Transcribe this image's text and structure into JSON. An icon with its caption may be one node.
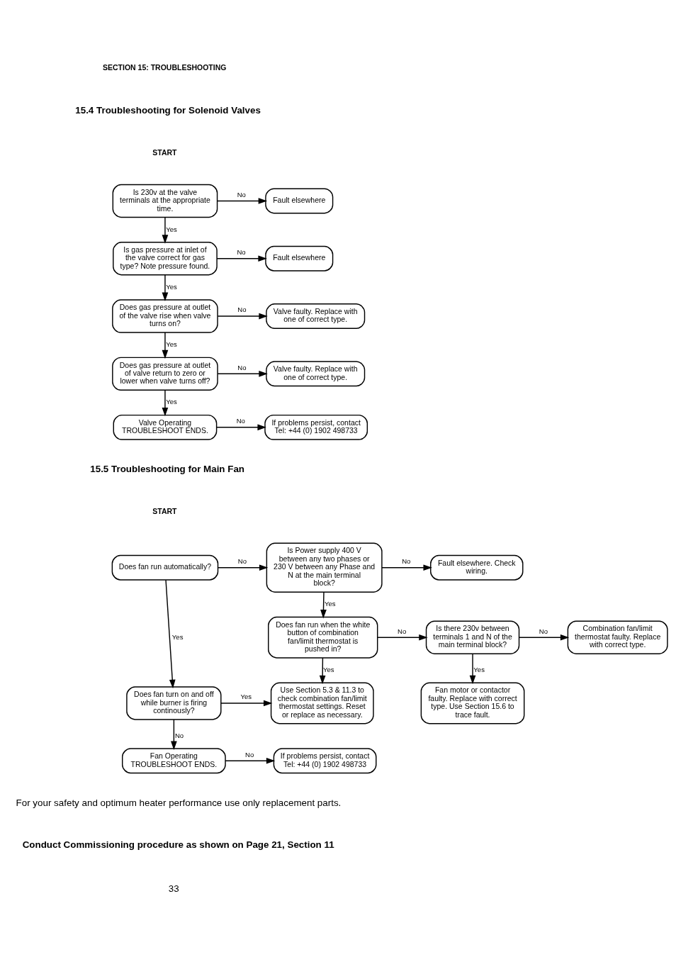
{
  "diagram": {
    "nodes": [
      {
        "text": [
          "Is 230v at the valve terminals at the appropriate time."
        ]
      },
      {
        "text": [
          "Fault elsewhere"
        ]
      },
      {
        "text": [
          "Is gas pressure at inlet of the valve correct for gas type? Note pressure found."
        ]
      },
      {
        "text": [
          "Fault elsewhere"
        ]
      },
      {
        "text": [
          "Does gas pressure at outlet of the valve rise when valve turns on?"
        ]
      },
      {
        "text": [
          "Valve faulty. Replace with one of correct type."
        ]
      },
      {
        "text": [
          "Does gas pressure at outlet of valve return to zero or lower when valve turns off?"
        ]
      },
      {
        "text": [
          "Valve faulty. Replace with one of correct type."
        ]
      },
      {
        "text": [
          "Valve Operating",
          "TROUBLESHOOT ENDS."
        ]
      },
      {
        "text": [
          "If problems persist, contact Tel: +44 (0) 1902 498733"
        ]
      },
      {
        "text": [
          "Does fan run automatically?"
        ]
      },
      {
        "text": [
          "Is Power supply 400 V between any two phases or 230 V between any Phase and N at the main terminal block?"
        ]
      },
      {
        "text": [
          "Fault elsewhere. Check wiring."
        ]
      },
      {
        "text": [
          "Does fan run when the white button of combination fan/limit thermostat is pushed in?"
        ]
      },
      {
        "text": [
          "Is there 230v between terminals 1 and N of the main terminal block?"
        ]
      },
      {
        "text": [
          "Combination fan/limit thermostat faulty. Replace with correct type."
        ]
      },
      {
        "text": [
          "Does fan turn on and off while burner is firing continously?"
        ]
      },
      {
        "text": [
          "Use Section 5.3 & 11.3 to check combination fan/limit thermostat settings. Reset or replace as necessary."
        ]
      },
      {
        "text": [
          "Fan motor or contactor faulty. Replace with correct type. Use Section 15.6 to trace fault."
        ]
      },
      {
        "text": [
          "Fan Operating",
          "TROUBLESHOOT ENDS."
        ]
      },
      {
        "text": [
          "If problems persist, contact Tel: +44 (0) 1902 498733"
        ]
      }
    ],
    "edges": [
      {
        "from": 0,
        "to": 1,
        "arrow": "to",
        "label": "No"
      },
      {
        "from": 0,
        "to": 2,
        "arrow": "to",
        "label": "Yes"
      },
      {
        "from": 2,
        "to": 3,
        "arrow": "to",
        "label": "No"
      },
      {
        "from": 2,
        "to": 4,
        "arrow": "to",
        "label": "Yes"
      },
      {
        "from": 4,
        "to": 5,
        "arrow": "to",
        "label": "No"
      },
      {
        "from": 4,
        "to": 6,
        "arrow": "to",
        "label": "Yes"
      },
      {
        "from": 6,
        "to": 7,
        "arrow": "to",
        "label": "No"
      },
      {
        "from": 6,
        "to": 8,
        "arrow": "to",
        "label": "Yes"
      },
      {
        "from": 8,
        "to": 9,
        "arrow": "to",
        "label": "No"
      },
      {
        "from": 10,
        "to": 11,
        "arrow": "to",
        "label": "No"
      },
      {
        "from": 11,
        "to": 12,
        "arrow": "to",
        "label": "No"
      },
      {
        "from": 11,
        "to": 13,
        "arrow": "to",
        "label": "Yes"
      },
      {
        "from": 13,
        "to": 14,
        "arrow": "to",
        "label": "No"
      },
      {
        "from": 14,
        "to": 15,
        "arrow": "to",
        "label": "No"
      },
      {
        "from": 13,
        "to": 17,
        "arrow": "to",
        "label": "Yes"
      },
      {
        "from": 14,
        "to": 18,
        "arrow": "to",
        "label": "Yes"
      },
      {
        "from": 10,
        "to": 16,
        "arrow": "to",
        "label": "Yes"
      },
      {
        "from": 16,
        "to": 17,
        "arrow": "to",
        "label": "Yes"
      },
      {
        "from": 16,
        "to": 19,
        "arrow": "to",
        "label": "No"
      },
      {
        "from": 19,
        "to": 20,
        "arrow": "to",
        "label": "No"
      }
    ],
    "labels": [
      "SECTION 15: TROUBLESHOOTING",
      "15.4 Troubleshooting for Solenoid Valves",
      "START",
      "15.5 Troubleshooting for Main Fan",
      "START",
      "For your safety and optimum heater performance use only replacement parts.",
      "Conduct Commissioning procedure as shown on Page 21, Section 11",
      "33"
    ]
  }
}
